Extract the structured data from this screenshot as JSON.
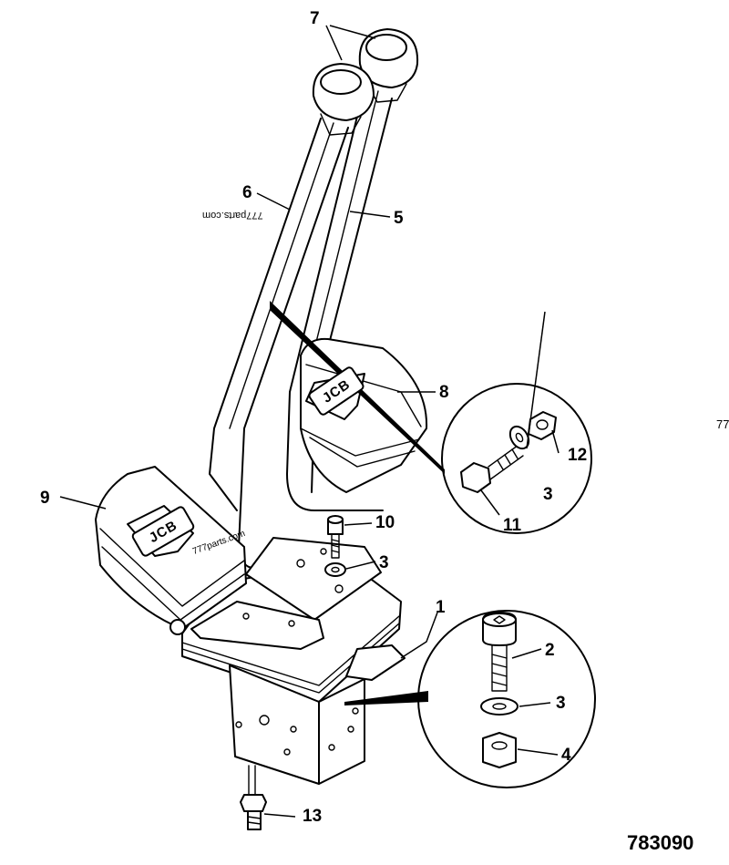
{
  "callouts": {
    "c1": "1",
    "c2": "2",
    "c3a": "3",
    "c3b": "3",
    "c3c": "3",
    "c4": "4",
    "c5": "5",
    "c6": "6",
    "c7": "7",
    "c8": "8",
    "c9": "9",
    "c10": "10",
    "c11": "11",
    "c12": "12",
    "c13": "13"
  },
  "watermark": {
    "rotated": "777parts.com",
    "edge": "77",
    "pad": "777parts.com"
  },
  "logo_text": "JCB",
  "part_number": "783090"
}
